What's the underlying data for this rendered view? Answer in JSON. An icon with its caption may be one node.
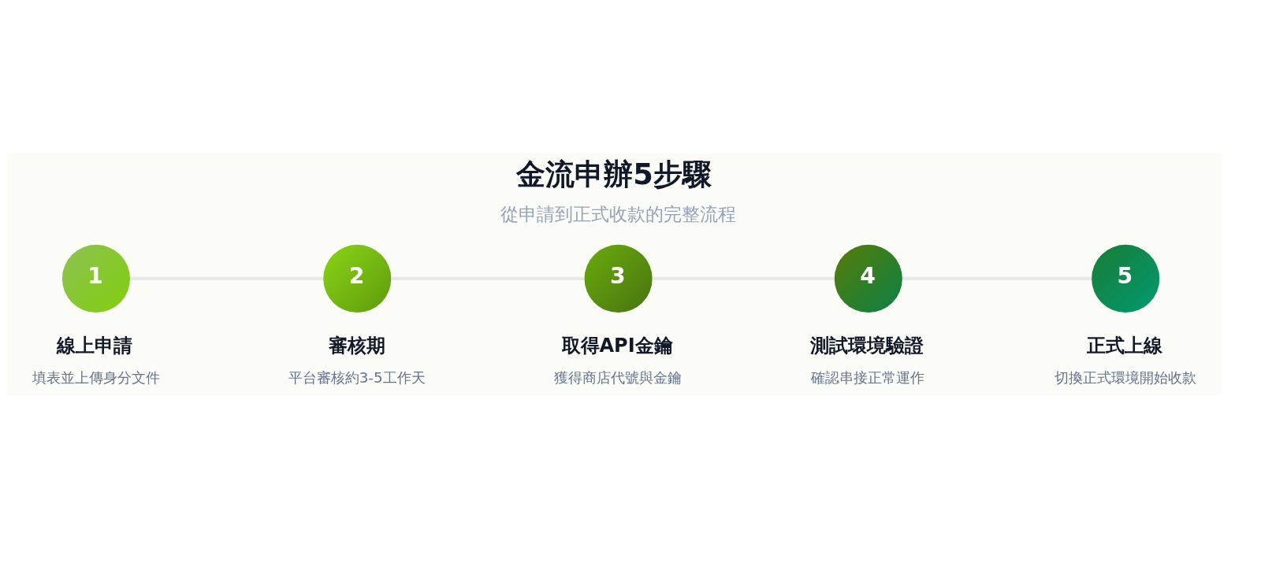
{
  "diagram": {
    "title": "金流申辦5步驟",
    "caption": "從申請到正式收款的完整流程",
    "nodes": [
      {
        "text": [
          "1"
        ],
        "beside": [
          "線上申請",
          "填表並上傳身分文件"
        ]
      },
      {
        "text": [
          "2"
        ],
        "beside": [
          "審核期",
          "平台審核約3-5工作天"
        ]
      },
      {
        "text": [
          "3"
        ],
        "beside": [
          "取得API金鑰",
          "獲得商店代號與金鑰"
        ]
      },
      {
        "text": [
          "4"
        ],
        "beside": [
          "測試環境驗證",
          "確認串接正常運作"
        ]
      },
      {
        "text": [
          "5"
        ],
        "beside": [
          "正式上線",
          "切換正式環境開始收款"
        ]
      }
    ],
    "edges": [
      {
        "from": 0,
        "to": 1,
        "arrow": "none"
      },
      {
        "from": 1,
        "to": 2,
        "arrow": "none"
      },
      {
        "from": 2,
        "to": 3,
        "arrow": "none"
      },
      {
        "from": 3,
        "to": 4,
        "arrow": "none"
      }
    ]
  }
}
